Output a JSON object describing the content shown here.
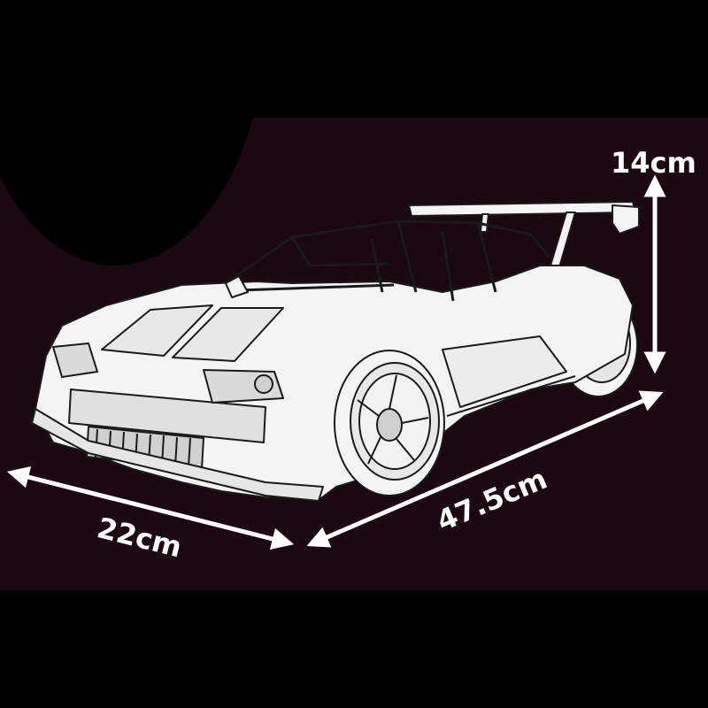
{
  "image": {
    "subject": "sports-car-model",
    "colors": {
      "outer_background": "#000000",
      "band_background": "#1b0810",
      "car_fill": "#f4f4f4",
      "line_color": "#1a1a1a",
      "annotation_color": "#ffffff"
    }
  },
  "dimensions": {
    "height": "14cm",
    "length": "47.5cm",
    "width": "22cm"
  }
}
